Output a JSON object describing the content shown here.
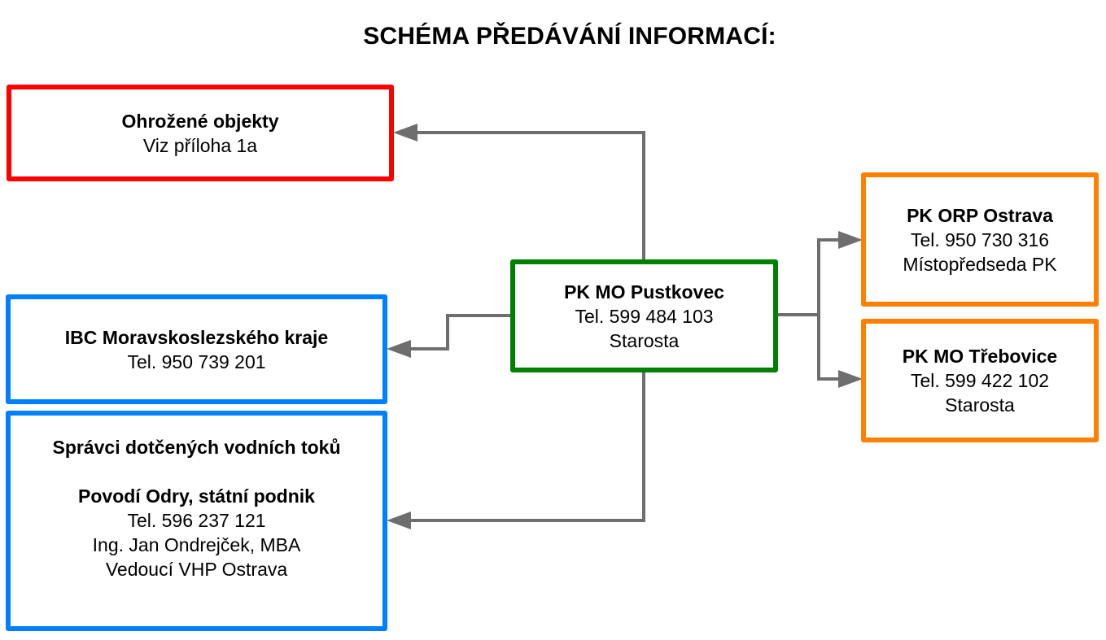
{
  "title": "SCHÉMA PŘEDÁVÁNÍ INFORMACÍ:",
  "colors": {
    "connector": "#6e6e6e",
    "source_border": "#008000",
    "threatened_border": "#ff0000",
    "authority_border": "#0080ff",
    "crisis_staff_border": "#ff8000"
  },
  "nodes": {
    "pustkovec": {
      "name": "PK MO Pustkovec",
      "phone": "Tel. 599 484 103",
      "role": "Starosta"
    },
    "ohrozene": {
      "name": "Ohrožené objekty",
      "note": "Viz příloha 1a"
    },
    "ibc": {
      "name": "IBC Moravskoslezského kraje",
      "phone": "Tel. 950 739 201"
    },
    "sprava": {
      "heading": "Správci dotčených vodních toků",
      "name": "Povodí Odry, státní podnik",
      "phone": "Tel. 596 237 121",
      "person": "Ing. Jan Ondrejček, MBA",
      "role": "Vedoucí VHP Ostrava"
    },
    "orp": {
      "name": "PK ORP Ostrava",
      "phone": "Tel. 950 730 316",
      "role": "Místopředseda PK"
    },
    "trebovice": {
      "name": "PK MO Třebovice",
      "phone": "Tel. 599 422 102",
      "role": "Starosta"
    }
  },
  "edges": [
    {
      "from": "pustkovec",
      "to": "ohrozene"
    },
    {
      "from": "pustkovec",
      "to": "ibc"
    },
    {
      "from": "pustkovec",
      "to": "sprava"
    },
    {
      "from": "pustkovec",
      "to": "orp"
    },
    {
      "from": "pustkovec",
      "to": "trebovice"
    }
  ]
}
